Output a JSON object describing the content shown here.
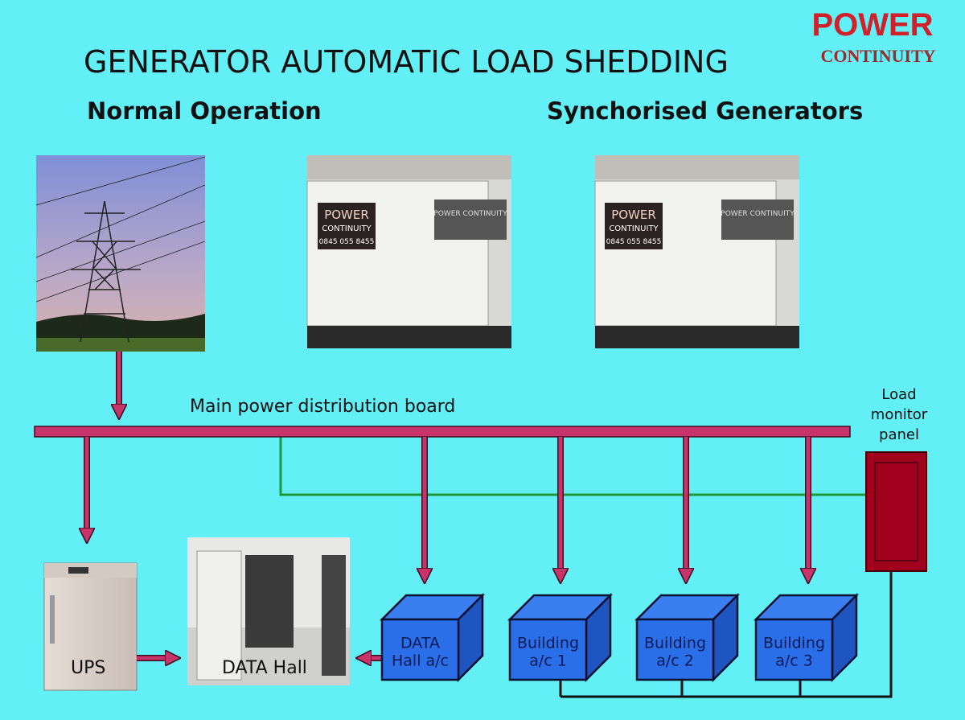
{
  "header": {
    "title": "GENERATOR AUTOMATIC LOAD SHEDDING",
    "left_heading": "Normal Operation",
    "right_heading": "Synchorised Generators"
  },
  "logo": {
    "line1": "POWER",
    "line2": "CONTINUITY"
  },
  "generator_signage": {
    "brand_line1": "POWER",
    "brand_line2": "CONTINUITY",
    "phone": "0845 055 8455",
    "side_panel": "POWER CONTINUITY"
  },
  "labels": {
    "distribution_board": "Main power distribution board",
    "load_monitor": [
      "Load",
      "monitor",
      "panel"
    ],
    "ups": "UPS",
    "data_hall": "DATA Hall"
  },
  "loads": [
    {
      "line1": "DATA",
      "line2": "Hall a/c"
    },
    {
      "line1": "Building",
      "line2": "a/c 1"
    },
    {
      "line1": "Building",
      "line2": "a/c 2"
    },
    {
      "line1": "Building",
      "line2": "a/c 3"
    }
  ],
  "colors": {
    "background": "#62f0f6",
    "bus": "#c8336a",
    "control_line": "#1e9a3a",
    "panel": "#a0001c",
    "load_box": "#2a6fe8"
  }
}
